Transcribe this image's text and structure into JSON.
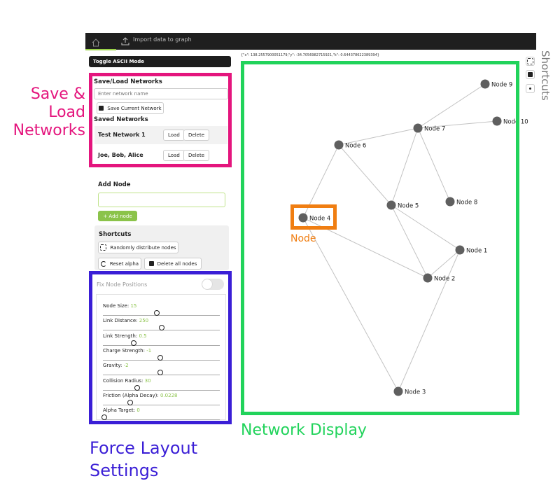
{
  "topbar": {
    "import_label": "Import data to graph"
  },
  "coords_text": "{\"x\": 138.2557900051179,\"y\": -34.7056982715921,\"k\": 0.644378622389394}",
  "sidebar": {
    "toggle_ascii": "Toggle ASCII Mode",
    "save_load": {
      "title": "Save/Load Networks",
      "name_placeholder": "Enter network name",
      "save_button": "Save Current Network",
      "saved_title": "Saved Networks",
      "networks": [
        {
          "name": "Test Network 1",
          "load": "Load",
          "delete": "Delete"
        },
        {
          "name": "Joe, Bob, Alice",
          "load": "Load",
          "delete": "Delete"
        }
      ]
    },
    "add_node": {
      "title": "Add Node",
      "input_value": "",
      "button": "+ Add node"
    },
    "shortcuts": {
      "title": "Shortcuts",
      "randomly_distribute": "Randomly distribute nodes",
      "reset_alpha": "Reset alpha",
      "delete_all": "Delete all nodes"
    },
    "force": {
      "fix_label": "Fix Node Positions",
      "sliders": [
        {
          "label": "Node Size: ",
          "value": "15",
          "level": 0.45
        },
        {
          "label": "Link Distance: ",
          "value": "250",
          "level": 0.49
        },
        {
          "label": "Link Strength: ",
          "value": "0.5",
          "level": 0.25
        },
        {
          "label": "Charge Strength: ",
          "value": "-1",
          "level": 0.48
        },
        {
          "label": "Gravity: ",
          "value": "-2",
          "level": 0.48
        },
        {
          "label": "Collision Radius: ",
          "value": "30",
          "level": 0.28
        },
        {
          "label": "Friction (Alpha Decay): ",
          "value": "0.0228",
          "level": 0.22
        },
        {
          "label": "Alpha Target: ",
          "value": "0",
          "level": 0.0
        }
      ]
    }
  },
  "graph": {
    "nodes": [
      "Node 1",
      "Node 2",
      "Node 3",
      "Node 4",
      "Node 5",
      "Node 6",
      "Node 7",
      "Node 8",
      "Node 9",
      "Node 10"
    ]
  },
  "annotations": {
    "save_load": [
      "Save &",
      "Load",
      "Networks"
    ],
    "force": [
      "Force Layout",
      "Settings"
    ],
    "network_display": "Network Display",
    "node": "Node",
    "shortcuts": "Shortcuts"
  },
  "colors": {
    "pink": "#e4157d",
    "blue": "#3a1ed6",
    "green": "#21d35b",
    "orange": "#f07e12",
    "accent": "#8bc34a"
  }
}
